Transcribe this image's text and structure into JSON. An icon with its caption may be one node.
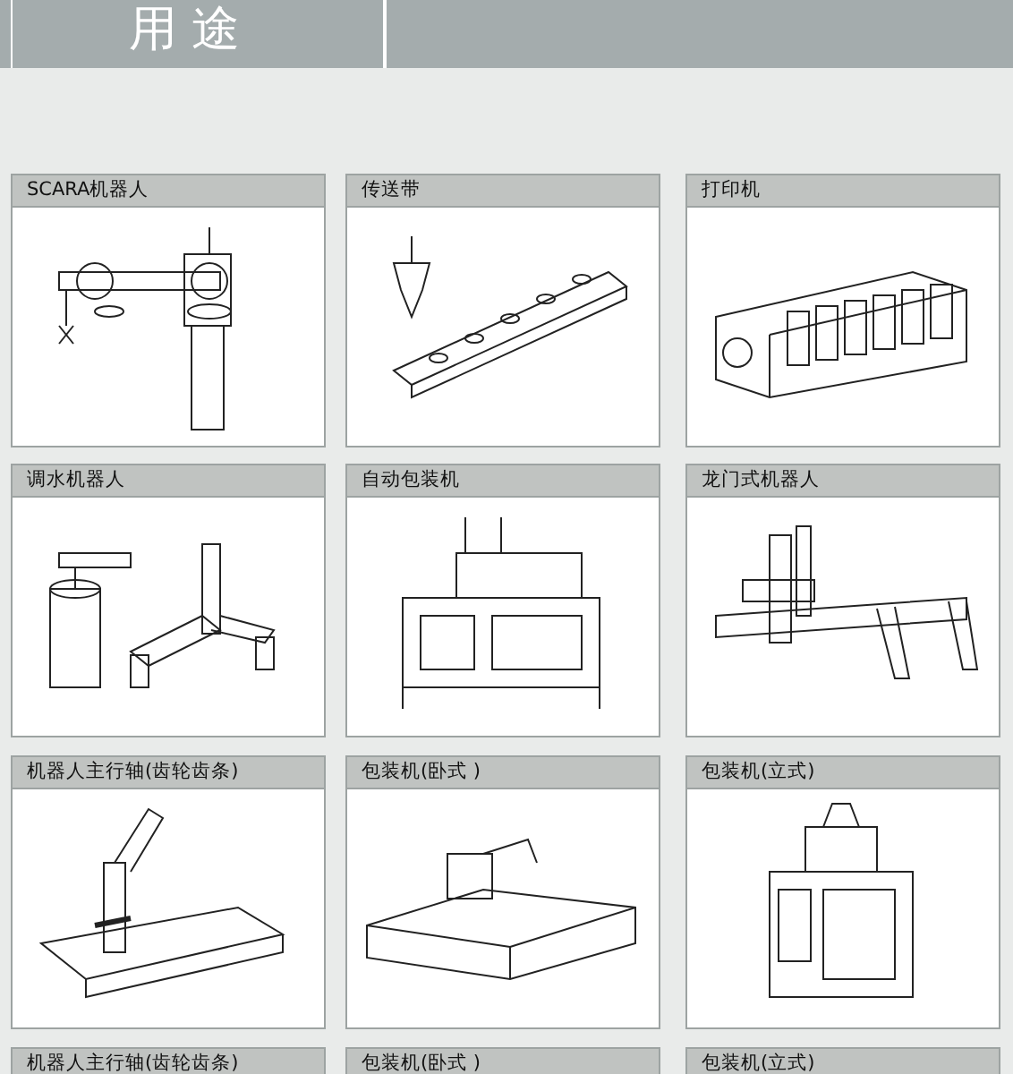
{
  "diagram": {
    "title": "用途",
    "nodes": [
      {
        "text": [
          "SCARA机器人"
        ]
      },
      {
        "text": [
          "传送带"
        ]
      },
      {
        "text": [
          "打印机"
        ]
      },
      {
        "text": [
          "调水机器人"
        ]
      },
      {
        "text": [
          "自动包装机"
        ]
      },
      {
        "text": [
          "龙门式机器人"
        ]
      },
      {
        "text": [
          "机器人主行轴(齿轮齿条)"
        ]
      },
      {
        "text": [
          "包装机(卧式 )"
        ]
      },
      {
        "text": [
          "包装机(立式)"
        ]
      },
      {
        "text": [
          "机器人主行轴(齿轮齿条)"
        ]
      },
      {
        "text": [
          "包装机(卧式 )"
        ]
      },
      {
        "text": [
          "包装机(立式)"
        ]
      }
    ]
  }
}
